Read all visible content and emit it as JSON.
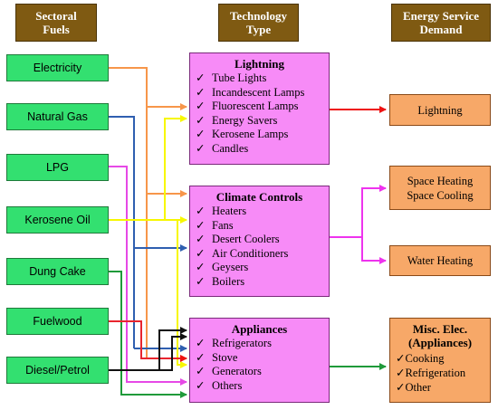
{
  "headers": {
    "fuels": [
      "Sectoral",
      "Fuels"
    ],
    "technology": [
      "Technology",
      "Type"
    ],
    "demand": [
      "Energy Service",
      "Demand"
    ]
  },
  "fuels": [
    "Electricity",
    "Natural Gas",
    "LPG",
    "Kerosene Oil",
    "Dung Cake",
    "Fuelwood",
    "Diesel/Petrol"
  ],
  "technology": {
    "lightning": {
      "title": "Lightning",
      "items": [
        "Tube Lights",
        "Incandescent Lamps",
        "Fluorescent Lamps",
        "Energy Savers",
        "Kerosene Lamps",
        "Candles"
      ]
    },
    "climate": {
      "title": "Climate Controls",
      "items": [
        "Heaters",
        "Fans",
        "Desert Coolers",
        "Air Conditioners",
        "Geysers",
        "Boilers"
      ]
    },
    "appliances": {
      "title": "Appliances",
      "items": [
        "Refrigerators",
        "Stove",
        "Generators",
        "Others"
      ]
    }
  },
  "demand": {
    "lightning": "Lightning",
    "heating_cooling": [
      "Space Heating",
      "Space Cooling"
    ],
    "water": "Water Heating",
    "misc_title": [
      "Misc. Elec.",
      "(Appliances)"
    ],
    "misc_items": [
      "Cooking",
      "Refrigeration",
      "Other"
    ]
  },
  "check_glyph": "✓",
  "colors": {
    "electricity": "#f7964a",
    "natural_gas": "#2f5fb0",
    "lpg": "#e649e6",
    "kerosene": "#f7f700",
    "dung_cake": "#1f9a3a",
    "fuelwood": "#e8252e",
    "diesel": "#111111",
    "lightning_out": "#ee1111",
    "climate_out": "#ee33ee",
    "appliances_out": "#1f9a3a"
  }
}
